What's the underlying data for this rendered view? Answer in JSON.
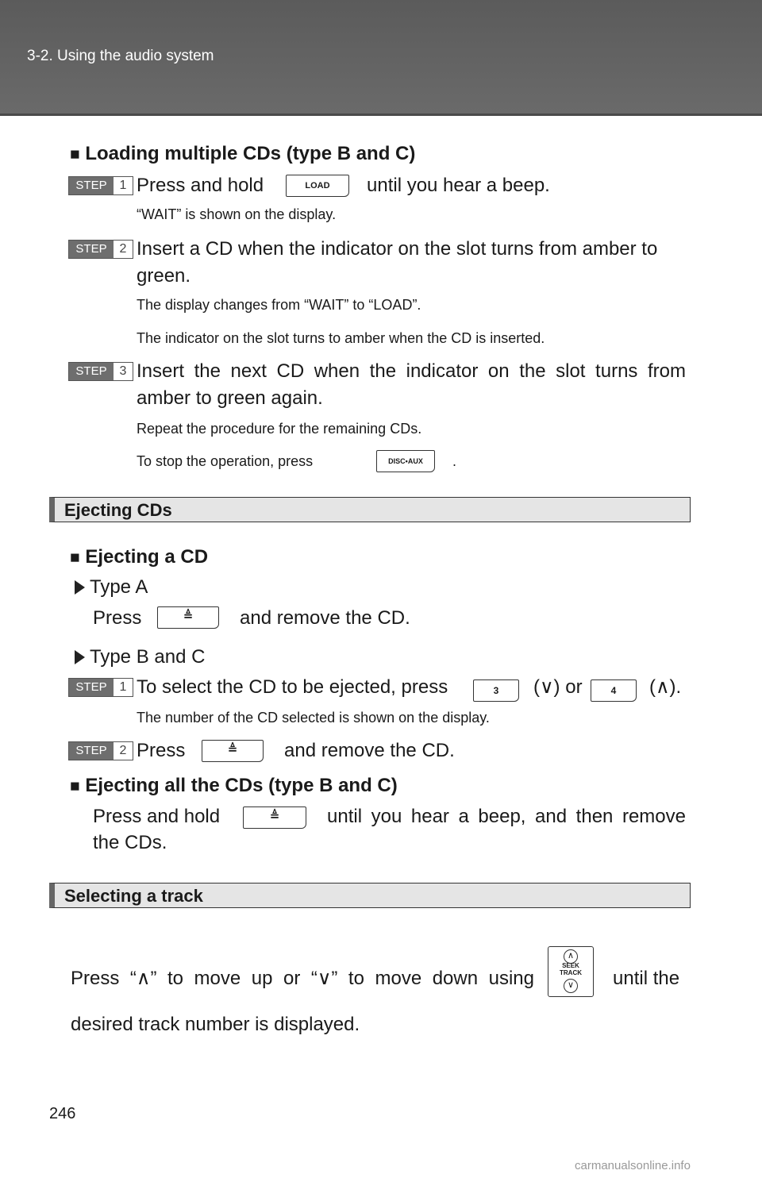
{
  "header": {
    "section": "3-2. Using the audio system"
  },
  "loading": {
    "heading": "Loading multiple CDs (type B and C)",
    "step1": {
      "label": "STEP",
      "num": "1",
      "text_a": "Press and hold",
      "button": "LOAD",
      "text_b": "until you hear a beep.",
      "note": "“WAIT” is shown on the display."
    },
    "step2": {
      "label": "STEP",
      "num": "2",
      "text_line1": "Insert a CD when the indicator on the slot turns from amber to",
      "text_line2": "green.",
      "note1": "The display changes from “WAIT” to “LOAD”.",
      "note2": "The indicator on the slot turns to amber when the CD is inserted."
    },
    "step3": {
      "label": "STEP",
      "num": "3",
      "text_line1": "Insert the next CD when the indicator on the slot turns from",
      "text_line2": "amber to green again.",
      "note1": "Repeat the procedure for the remaining CDs.",
      "note2_a": "To stop the operation, press",
      "button": "DISC•AUX",
      "note2_b": "."
    }
  },
  "ejecting": {
    "title": "Ejecting CDs",
    "single_heading": "Ejecting a CD",
    "type_a": {
      "label": "Type A",
      "text_a": "Press",
      "text_b": "and remove the CD."
    },
    "type_bc": {
      "label": "Type B and C",
      "step1": {
        "label": "STEP",
        "num": "1",
        "text_a": "To select the CD to be ejected, press",
        "btn3": "3",
        "mid": "(∨) or",
        "btn4": "4",
        "end": "(∧).",
        "note": "The number of the CD selected is shown on the display."
      },
      "step2": {
        "label": "STEP",
        "num": "2",
        "text_a": "Press",
        "text_b": "and remove the CD."
      }
    },
    "all_heading": "Ejecting all the CDs (type B and C)",
    "all_text_a": "Press and hold",
    "all_text_b": "until you hear a beep, and then remove",
    "all_text_c": "the CDs.",
    "eject_symbol": "≜"
  },
  "track": {
    "title": "Selecting a track",
    "text_a": "Press “∧” to move up or “∨” to move down using",
    "text_b": "until the",
    "text_c": "desired track number is displayed.",
    "seek_label_1": "SEEK",
    "seek_label_2": "TRACK",
    "up": "∧",
    "down": "∨"
  },
  "page_number": "246",
  "watermark": "carmanualsonline.info"
}
